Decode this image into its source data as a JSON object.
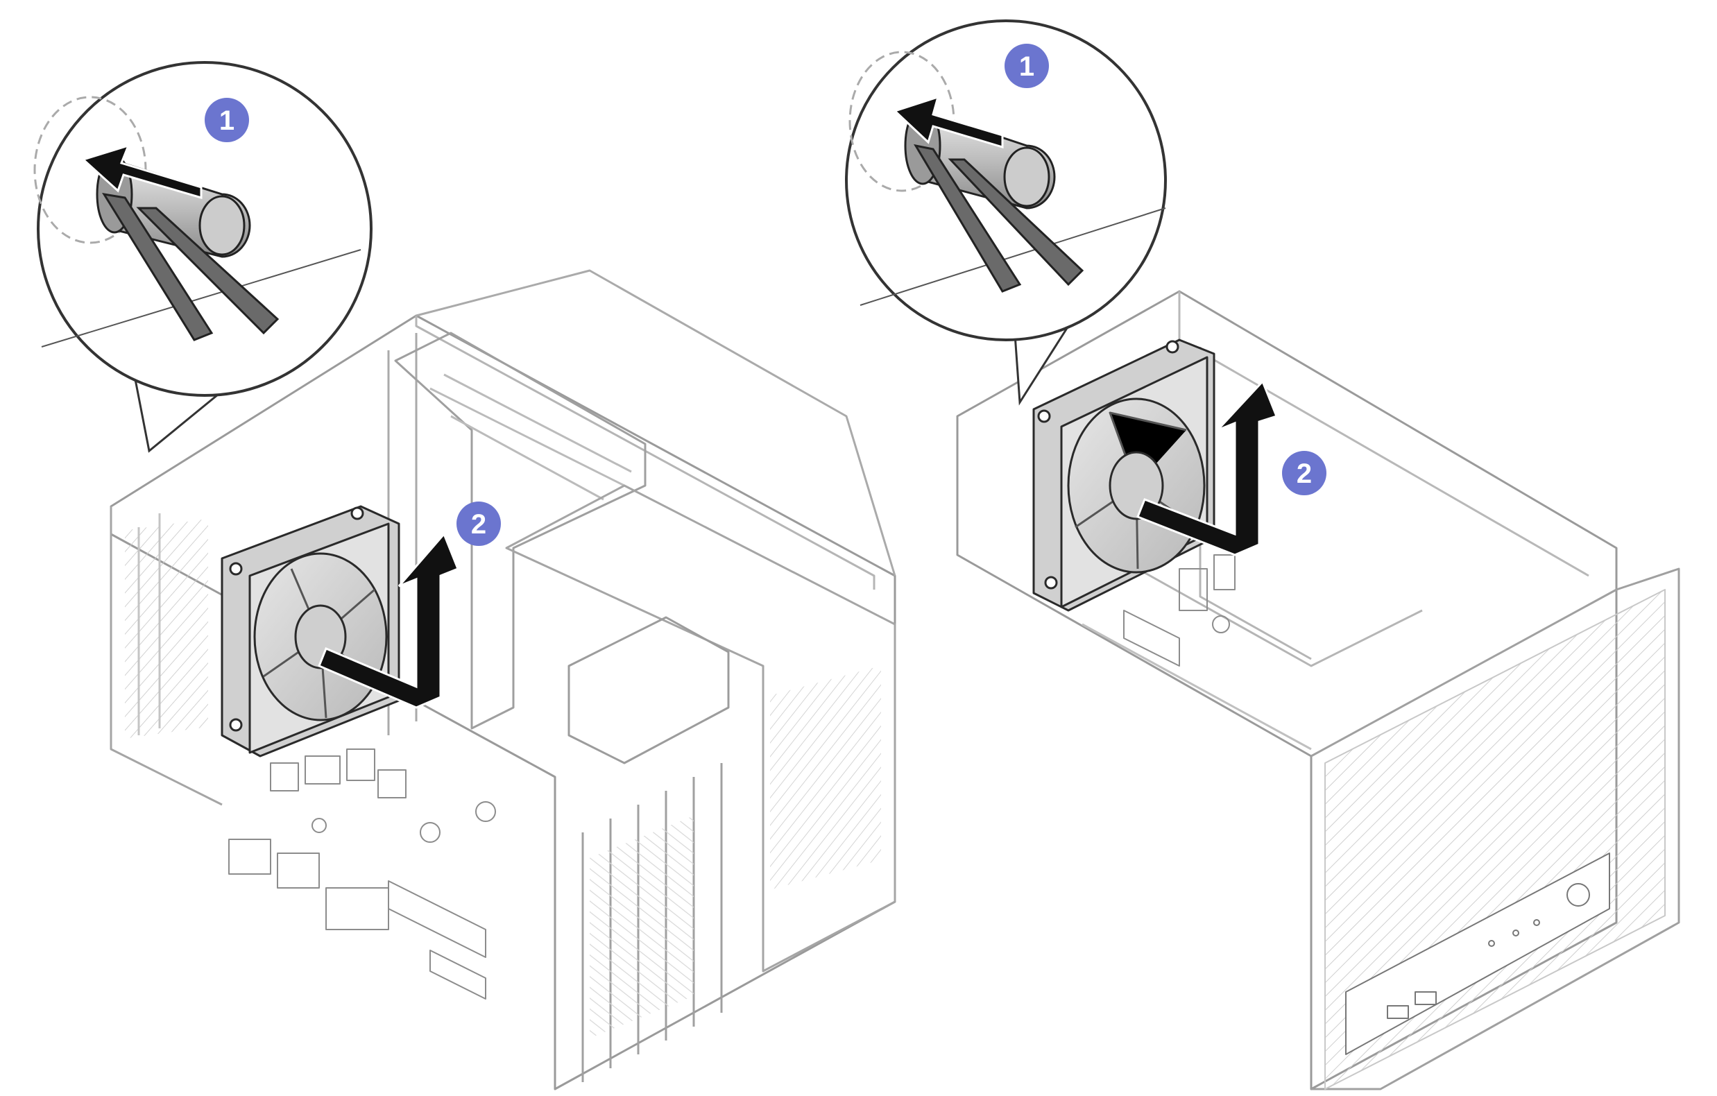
{
  "figure": {
    "panels": [
      {
        "name": "front-fan-removal-left",
        "callouts": [
          {
            "id": "left-step-1",
            "label": "1"
          },
          {
            "id": "left-step-2",
            "label": "2"
          }
        ]
      },
      {
        "name": "front-fan-removal-right",
        "callouts": [
          {
            "id": "right-step-1",
            "label": "1"
          },
          {
            "id": "right-step-2",
            "label": "2"
          }
        ]
      }
    ],
    "colors": {
      "callout_fill": "#6b75cf",
      "line": "#444444",
      "faint_line": "#b8b8b8",
      "fan_fill": "#d6d6d6",
      "arrow": "#111111",
      "grommet_arrow": "#222222"
    }
  }
}
